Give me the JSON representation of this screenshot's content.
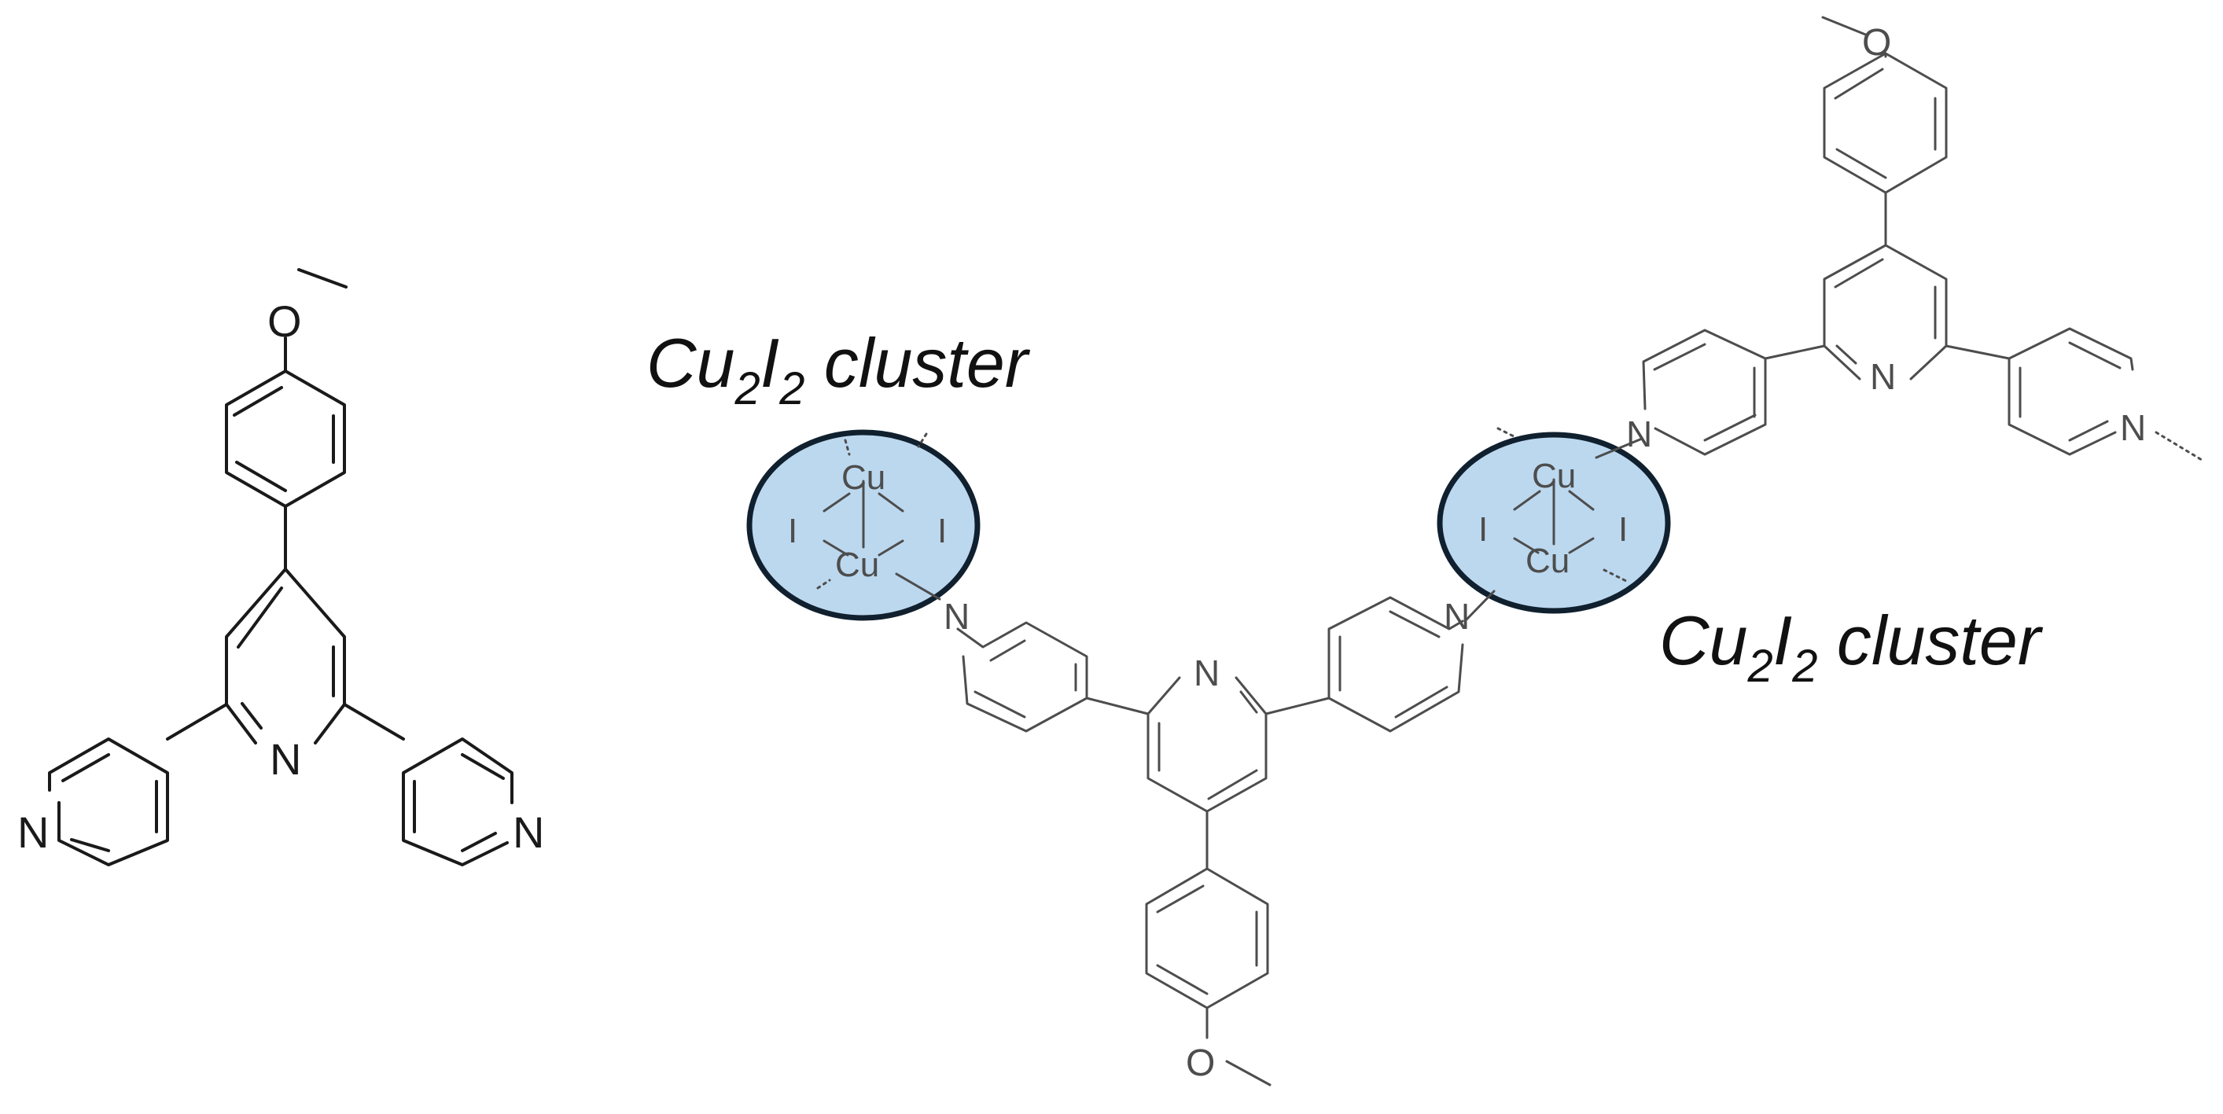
{
  "colors": {
    "cluster_fill": "#bcd8ef",
    "cluster_stroke": "#10202e",
    "bond_dark": "#1a1a1a",
    "bond_grey": "#4d4d4d",
    "cluster_text": "#3c4f63"
  },
  "labels": {
    "cluster_left": {
      "base": "Cu",
      "sub1": "2",
      "mid": "I",
      "sub2": "2",
      "tail": " cluster"
    },
    "cluster_right": {
      "base": "Cu",
      "sub1": "2",
      "mid": "I",
      "sub2": "2",
      "tail": " cluster"
    }
  },
  "atoms": {
    "nitrogen": "N",
    "oxygen": "O",
    "copper": "Cu",
    "iodine": "I"
  }
}
